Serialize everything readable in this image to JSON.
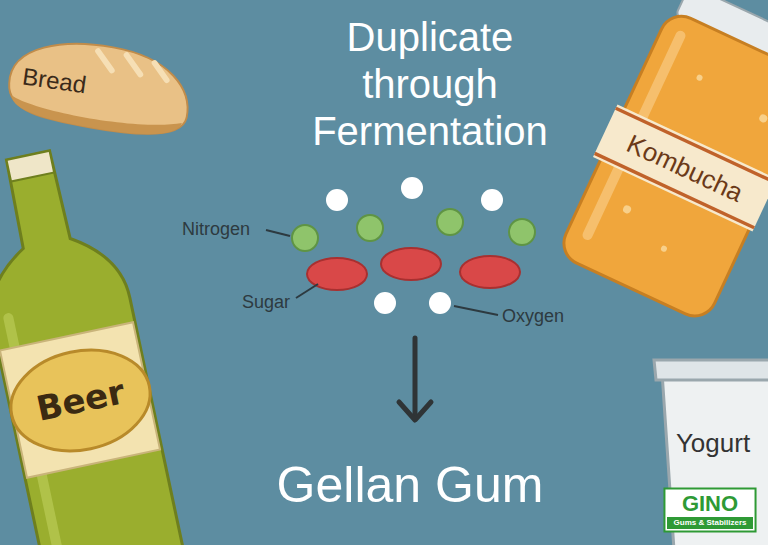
{
  "diagram": {
    "title": "Duplicate through Fermentation",
    "nodes": [
      {
        "text": [
          "Bread"
        ]
      },
      {
        "text": [
          "Beer"
        ]
      },
      {
        "text": [
          "Kombucha"
        ]
      },
      {
        "text": [
          "Yogurt"
        ]
      },
      {
        "text": [
          "GINO",
          "Gums & Stabilizers"
        ]
      }
    ],
    "labels": [
      "Nitrogen",
      "Sugar",
      "Oxygen",
      "Gellan Gum"
    ]
  }
}
